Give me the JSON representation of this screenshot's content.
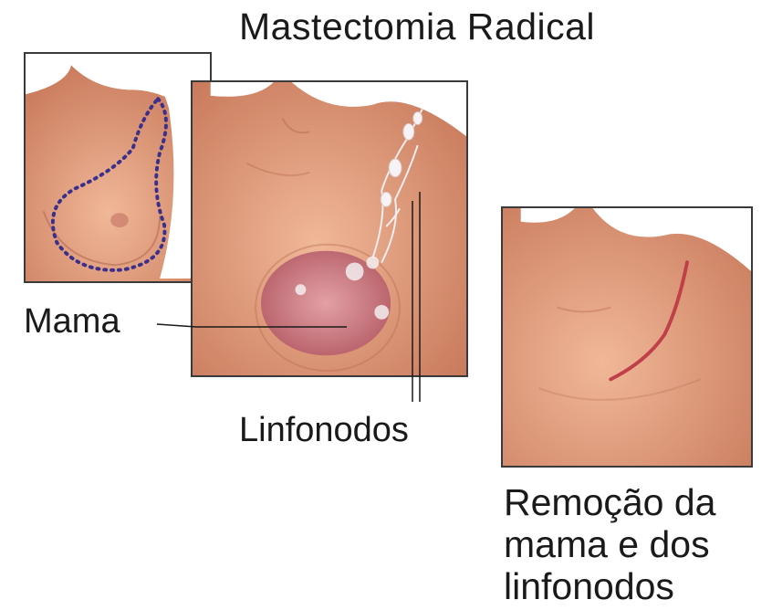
{
  "title": "Mastectomia Radical",
  "labels": {
    "breast": "Mama",
    "lymph_nodes": "Linfonodos",
    "removal_line1": "Remoção da",
    "removal_line2": "mama e dos",
    "removal_line3": "linfonodos"
  },
  "panels": {
    "left": "breast-outline-dotted",
    "middle": "breast-and-lymph-nodes",
    "right": "post-surgery-scar"
  },
  "colors": {
    "skin": "#e8a583",
    "skin_shadow": "#c8765a",
    "tumor": "#c96a7a",
    "dotted_outline": "#3a2f8a",
    "scar": "#c0404a",
    "text": "#1a1a1a"
  }
}
